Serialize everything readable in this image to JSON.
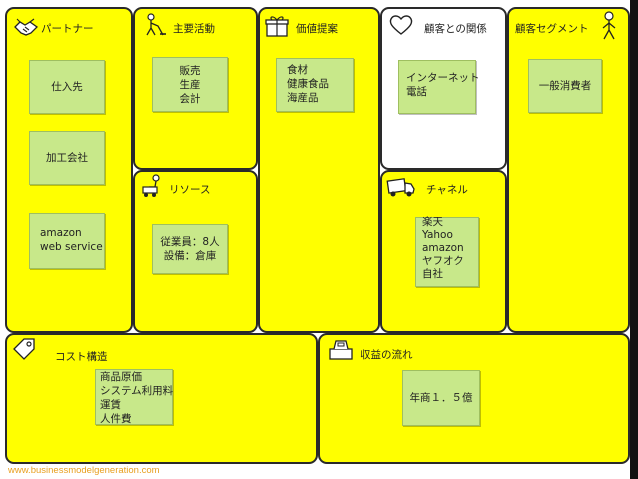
{
  "sections": {
    "partners": {
      "title": "パートナー",
      "icon": "handshake-icon"
    },
    "key_activities": {
      "title": "主要活動",
      "icon": "cleaning-person-icon"
    },
    "key_resources": {
      "title": "リソース",
      "icon": "forklift-worker-icon"
    },
    "value_propositions": {
      "title": "価値提案",
      "icon": "gift-box-icon"
    },
    "customer_relationships": {
      "title": "顧客との関係",
      "icon": "heart-icon"
    },
    "channels": {
      "title": "チャネル",
      "icon": "delivery-truck-icon"
    },
    "customer_segments": {
      "title": "顧客セグメント",
      "icon": "person-icon"
    },
    "cost_structure": {
      "title": "コスト構造",
      "icon": "price-tag-icon"
    },
    "revenue_streams": {
      "title": "収益の流れ",
      "icon": "cash-register-icon"
    }
  },
  "notes": {
    "partners": [
      [
        "仕入先"
      ],
      [
        "加工会社"
      ],
      [
        "amazon",
        "web service"
      ]
    ],
    "key_activities": [
      "販売",
      "生産",
      "会計"
    ],
    "key_resources": [
      "従業員：8人",
      "設備：倉庫"
    ],
    "value_propositions": [
      "食材",
      "健康食品",
      "海産品"
    ],
    "customer_relationships": [
      "インターネット",
      "電話"
    ],
    "channels": [
      "楽天",
      "Yahoo",
      "amazon",
      "ヤフオク",
      "自社"
    ],
    "customer_segments": [
      "一般消費者"
    ],
    "cost_structure": [
      "商品原価",
      "システム利用料",
      "運賃",
      "人件費"
    ],
    "revenue_streams": [
      "年商１．５億"
    ]
  },
  "footer": "www.businessmodelgeneration.com",
  "colors": {
    "canvas": "#ffff00",
    "sticky_note": "#c8e88a",
    "border": "#2a2a2a",
    "footer_link": "#e8a020"
  }
}
